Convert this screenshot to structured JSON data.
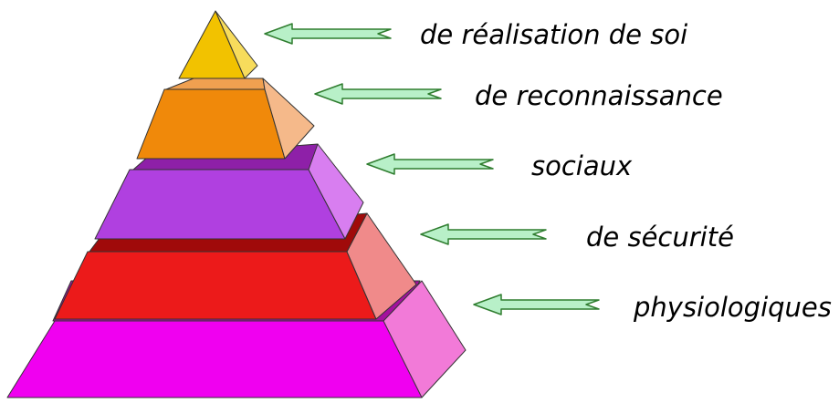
{
  "diagram": {
    "levels": [
      {
        "id": "realisation",
        "label": "de réalisation de soi"
      },
      {
        "id": "reconnaissance",
        "label": "de reconnaissance"
      },
      {
        "id": "sociaux",
        "label": "sociaux"
      },
      {
        "id": "securite",
        "label": "de sécurité"
      },
      {
        "id": "physiologiques",
        "label": "physiologiques"
      }
    ],
    "colors": {
      "realisation": {
        "front": "#f2c200",
        "side": "#f7dc5c"
      },
      "reconnaissance": {
        "front": "#f0890a",
        "side": "#f5b98a",
        "top": "#f0a050"
      },
      "sociaux": {
        "front": "#b040e0",
        "side": "#d87ef0",
        "top": "#8e20a8"
      },
      "securite": {
        "front": "#ec1a1a",
        "side": "#f08a8a",
        "top": "#a00a0a"
      },
      "physiologiques": {
        "front": "#f000f0",
        "side": "#f27ad8",
        "top": "#a4109e"
      },
      "arrow_fill": "#b8f0c8",
      "arrow_stroke": "#2f7d2f"
    }
  }
}
